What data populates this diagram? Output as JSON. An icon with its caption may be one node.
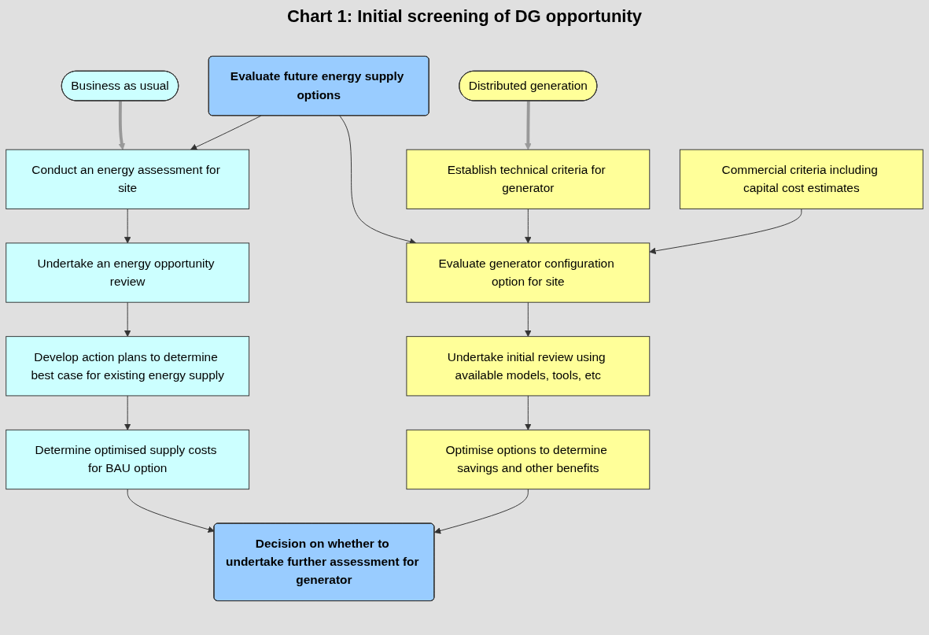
{
  "diagram": {
    "title": "Chart 1: Initial screening of DG opportunity",
    "nodes": [
      {
        "text": [
          "Business as usual"
        ]
      },
      {
        "text": [
          "Evaluate future energy supply options"
        ]
      },
      {
        "text": [
          "Distributed generation"
        ]
      },
      {
        "text": [
          "Conduct an energy assessment for site"
        ]
      },
      {
        "text": [
          "Undertake an energy opportunity review"
        ]
      },
      {
        "text": [
          "Develop action plans to determine best case for existing energy supply"
        ]
      },
      {
        "text": [
          "Determine optimised supply costs for BAU option"
        ]
      },
      {
        "text": [
          "Evaluate generator configuration option for site"
        ]
      },
      {
        "text": [
          "Establish technical criteria for generator"
        ]
      },
      {
        "text": [
          "Commercial criteria including capital cost estimates"
        ]
      },
      {
        "text": [
          "Undertake initial review using available models, tools, etc"
        ]
      },
      {
        "text": [
          "Optimise options to determine savings and other benefits"
        ]
      },
      {
        "text": [
          "Decision on whether to undertake further assessment for generator"
        ]
      }
    ],
    "edges": [
      {
        "from": 0,
        "to": 3,
        "arrow": "to",
        "style": "thick",
        "color": "#999999"
      },
      {
        "from": 1,
        "to": 3,
        "arrow": "to"
      },
      {
        "from": 1,
        "to": 7,
        "arrow": "to"
      },
      {
        "from": 2,
        "to": 8,
        "arrow": "to",
        "style": "thick",
        "color": "#999999"
      },
      {
        "from": 3,
        "to": 4,
        "arrow": "to"
      },
      {
        "from": 4,
        "to": 5,
        "arrow": "to"
      },
      {
        "from": 5,
        "to": 6,
        "arrow": "to"
      },
      {
        "from": 6,
        "to": 12,
        "arrow": "to"
      },
      {
        "from": 8,
        "to": 7,
        "arrow": "to"
      },
      {
        "from": 9,
        "to": 7,
        "arrow": "to"
      },
      {
        "from": 7,
        "to": 10,
        "arrow": "to"
      },
      {
        "from": 10,
        "to": 11,
        "arrow": "to"
      },
      {
        "from": 11,
        "to": 12,
        "arrow": "to"
      }
    ]
  }
}
